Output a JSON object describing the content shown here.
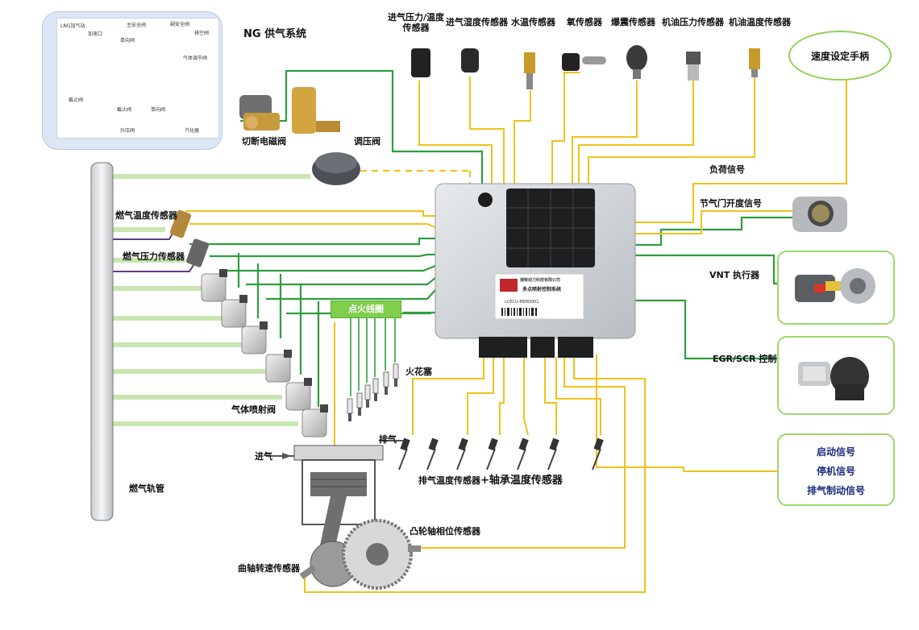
{
  "ng_system": {
    "title": "NG 供气系统",
    "inner_labels": [
      "LNG加气站",
      "加液口",
      "主安全阀",
      "副安全阀",
      "排空阀",
      "单向阀",
      "气体调节阀",
      "截止阀",
      "截止阀",
      "单向阀",
      "升压阀",
      "汽化器"
    ]
  },
  "valves": {
    "shutoff": "切断电磁阀",
    "regulator": "调压阀"
  },
  "top_sensors": [
    {
      "label": "进气压力/温度\n传感器"
    },
    {
      "label": "进气湿度传感器"
    },
    {
      "label": "水温传感器"
    },
    {
      "label": "氧传感器"
    },
    {
      "label": "爆震传感器"
    },
    {
      "label": "机油压力传感器"
    },
    {
      "label": "机油温度传感器"
    }
  ],
  "speed_handle": "速度设定手柄",
  "right_signals": {
    "load": "负荷信号",
    "throttle": "节气门开度信号",
    "vnt": "VNT 执行器",
    "egr": "EGR/SCR 控制"
  },
  "signal_box": [
    "启动信号",
    "停机信号",
    "排气制动信号"
  ],
  "left": {
    "fuel_temp": "燃气温度传感器",
    "fuel_pressure": "燃气压力传感器",
    "injector": "气体喷射阀",
    "manifold": "燃气轨管"
  },
  "ignition": {
    "coil": "点火线圈",
    "spark_plug": "火花塞"
  },
  "engine": {
    "intake": "进气",
    "exhaust": "排气",
    "exhaust_temp": "排气温度传感器",
    "bearing_temp": "+轴承温度传感器",
    "cam_sensor": "凸轮轴相位传感器",
    "crank_sensor": "曲轴转速传感器"
  },
  "ecu": {
    "company": "潍柴动力科技有限公司",
    "product": "多点喷射控制系统",
    "code": "LCECU-ME8Q001"
  },
  "colors": {
    "green": "#2e9e3f",
    "light_green": "#c9e6b0",
    "yellow": "#f0c21a",
    "purple": "#5b3c8e",
    "box_border": "#9ed86d",
    "signal_text": "#1a2d7a"
  }
}
